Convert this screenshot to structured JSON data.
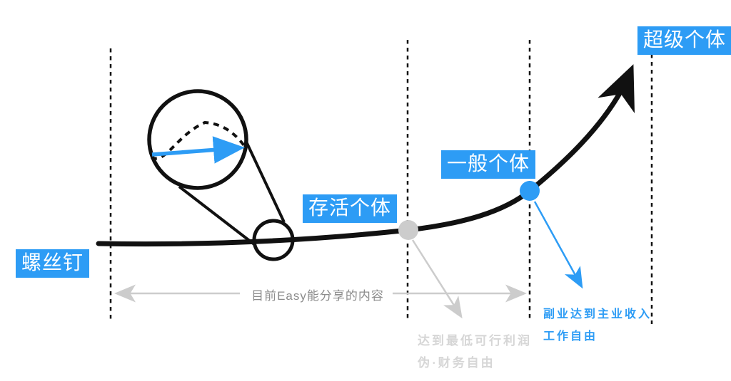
{
  "diagram": {
    "stage_labels": {
      "screw": "螺丝钉",
      "survive": "存活个体",
      "general": "一般个体",
      "super": "超级个体"
    },
    "range_annotation": "目前Easy能分享的内容",
    "gray_note": {
      "line1": "达到最低可行利润",
      "line2": "伪·财务自由"
    },
    "blue_note": {
      "line1": "副业达到主业收入",
      "line2": "工作自由"
    },
    "colors": {
      "accent_blue": "#2D9CF5",
      "arrow_gray": "#CCCCCC",
      "note_gray": "#D6D6D6",
      "range_text_gray": "#8C8C8C",
      "ink_black": "#111111"
    }
  }
}
